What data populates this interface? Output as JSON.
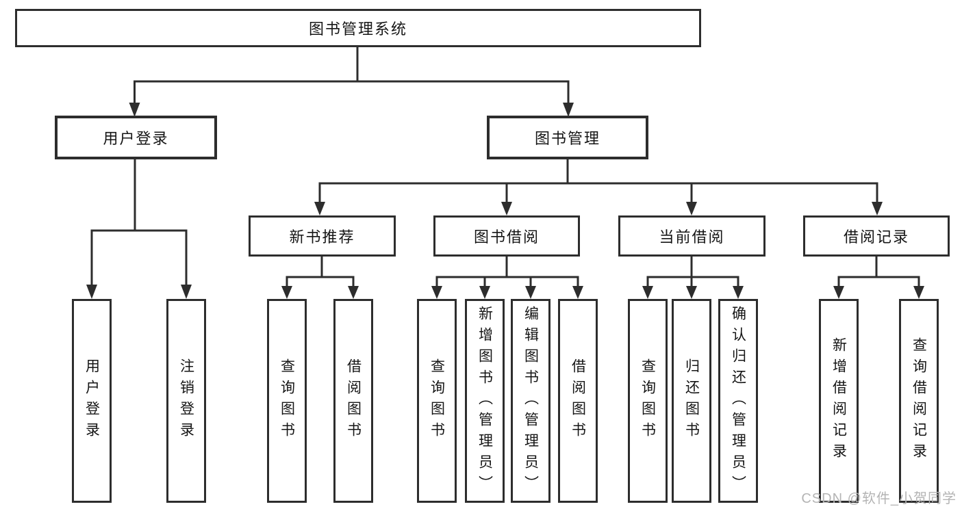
{
  "title": "图书管理系统",
  "watermark": "CSDN @软件_小贺同学",
  "colors": {
    "line": "#2d2d2d",
    "text": "#151515",
    "watermark": "#b4b4b4",
    "background": "#ffffff"
  },
  "level2": {
    "user": "用户登录",
    "books": "图书管理"
  },
  "user_children": [
    "用户登录",
    "注销登录"
  ],
  "groups": [
    {
      "label": "新书推荐",
      "children": [
        "查询图书",
        "借阅图书"
      ]
    },
    {
      "label": "图书借阅",
      "children": [
        "查询图书",
        "新增图书（管理员）",
        "编辑图书（管理员）",
        "借阅图书"
      ]
    },
    {
      "label": "当前借阅",
      "children": [
        "查询图书",
        "归还图书",
        "确认归还（管理员）"
      ]
    },
    {
      "label": "借阅记录",
      "children": [
        "新增借阅记录",
        "查询借阅记录"
      ]
    }
  ]
}
